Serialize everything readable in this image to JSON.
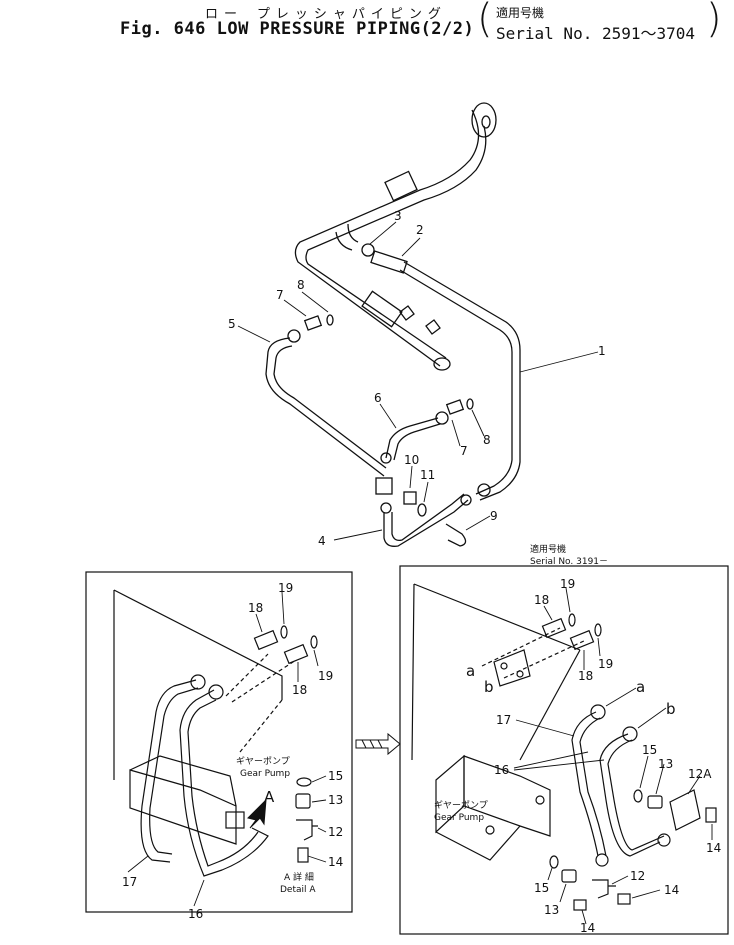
{
  "header": {
    "title_jp": "ロー プレッシャパイピング",
    "title_en": "Fig. 646 LOW PRESSURE PIPING(2/2)",
    "serial_jp": "適用号機",
    "serial_en": "Serial No. 2591～3704"
  },
  "main_view": {
    "callouts": [
      "1",
      "2",
      "3",
      "4",
      "5",
      "6",
      "7",
      "8",
      "7",
      "8",
      "9",
      "10",
      "11"
    ]
  },
  "detail_a": {
    "callouts": [
      "19",
      "18",
      "19",
      "18",
      "15",
      "13",
      "12",
      "14",
      "17",
      "16"
    ],
    "gear_pump_jp": "ギヤーポンプ",
    "gear_pump_en": "Gear Pump",
    "arrow_letter": "A",
    "detail_jp": "A 詳 細",
    "detail_en": "Detail A"
  },
  "detail_b": {
    "serial_jp": "適用号機",
    "serial_en": "Serial No. 3191－",
    "callouts": [
      "19",
      "18",
      "19",
      "18",
      "17",
      "16",
      "15",
      "13",
      "12A",
      "14",
      "15",
      "13",
      "12",
      "14",
      "14"
    ],
    "letters": [
      "a",
      "b",
      "a",
      "b"
    ],
    "gear_pump_jp": "ギヤーポンプ",
    "gear_pump_en": "Gear Pump"
  },
  "colors": {
    "ink": "#111111",
    "paper": "#ffffff"
  }
}
